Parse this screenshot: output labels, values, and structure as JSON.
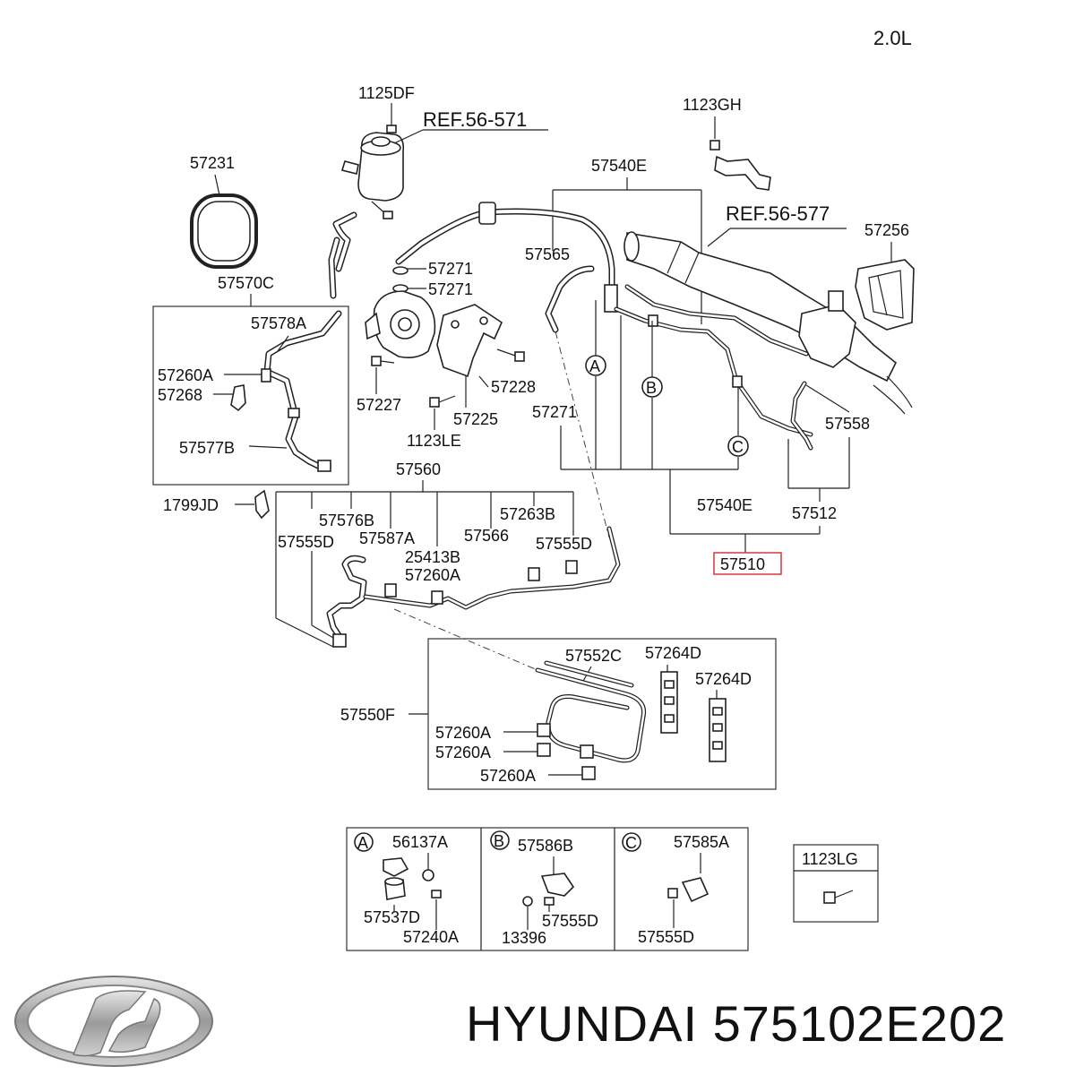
{
  "engine_label": "2.0L",
  "references": {
    "ref1": "REF.56-571",
    "ref2": "REF.56-577"
  },
  "parts": {
    "p1125DF": "1125DF",
    "p1123GH": "1123GH",
    "p57231": "57231",
    "p57540E_top": "57540E",
    "p57256": "57256",
    "p57565": "57565",
    "p57271_a": "57271",
    "p57271_b": "57271",
    "p57570C": "57570C",
    "p57578A": "57578A",
    "p57260A_a": "57260A",
    "p57268": "57268",
    "p57227": "57227",
    "p57228": "57228",
    "p57225": "57225",
    "p1123LE": "1123LE",
    "p57271_c": "57271",
    "p57558": "57558",
    "p57577B": "57577B",
    "p57560": "57560",
    "p1799JD": "1799JD",
    "p57576B": "57576B",
    "p57263B": "57263B",
    "p57540E_bot": "57540E",
    "p57512": "57512",
    "p57555D_a": "57555D",
    "p57587A": "57587A",
    "p57566": "57566",
    "p57555D_b": "57555D",
    "p25413B": "25413B",
    "p57260A_b": "57260A",
    "p57510": "57510",
    "p57552C": "57552C",
    "p57264D_a": "57264D",
    "p57264D_b": "57264D",
    "p57550F": "57550F",
    "p57260A_c": "57260A",
    "p57260A_d": "57260A",
    "p57260A_e": "57260A"
  },
  "markers": {
    "a": "A",
    "b": "B",
    "c": "C"
  },
  "details": {
    "a": {
      "marker": "A",
      "p1": "56137A",
      "p2": "57537D",
      "p3": "57240A"
    },
    "b": {
      "marker": "B",
      "p1": "57586B",
      "p2": "13396",
      "p3": "57555D"
    },
    "c": {
      "marker": "C",
      "p1": "57585A",
      "p2": "57555D"
    },
    "bolt": {
      "p1": "1123LG"
    }
  },
  "highlight_color": "#d9363e",
  "footer": {
    "brand": "HYUNDAI 575102E202"
  },
  "logo_icon": "hyundai-logo-icon"
}
